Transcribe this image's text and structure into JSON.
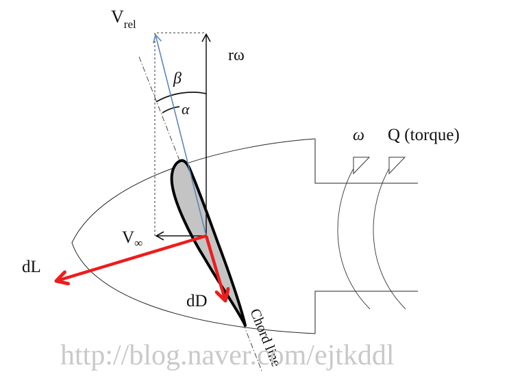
{
  "diagram": {
    "title": "Wind turbine blade element velocity and force diagram",
    "colors": {
      "line": "#111111",
      "relative_velocity": "#5b87b8",
      "force": "#ee1c1c",
      "airfoil_fill": "#c4c4c4",
      "watermark": "#c9c9c9"
    },
    "labels": {
      "v_rel_main": "V",
      "v_rel_sub": "rel",
      "r_omega": "rω",
      "beta": "β",
      "alpha": "α",
      "omega": "ω",
      "torque": "Q (torque)",
      "v_inf_main": "V",
      "v_inf_sub": "∞",
      "lift": "dL",
      "drag": "dD",
      "chord_line": "Chord line"
    },
    "watermark": "http://blog.naver.com/ejtkddl"
  }
}
